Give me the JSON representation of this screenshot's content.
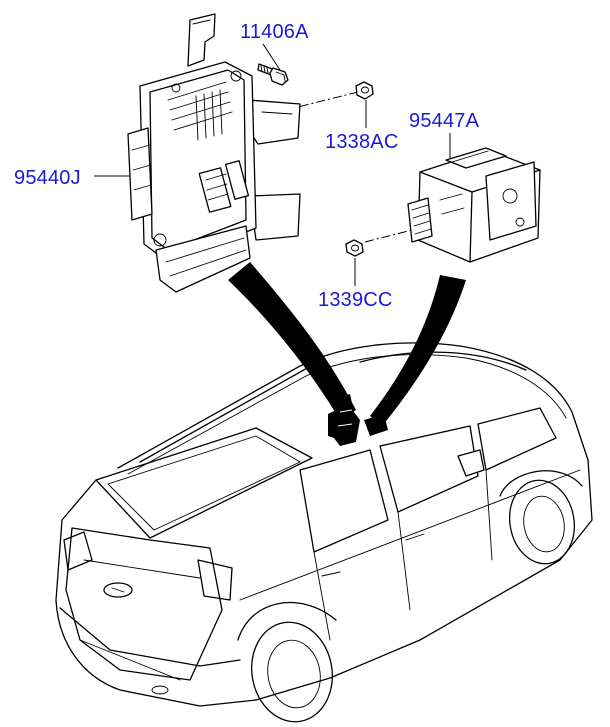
{
  "labels": {
    "bolt": "11406A",
    "module_main": "95440J",
    "nut_upper": "1338AC",
    "module_small": "95447A",
    "nut_lower": "1339CC"
  }
}
